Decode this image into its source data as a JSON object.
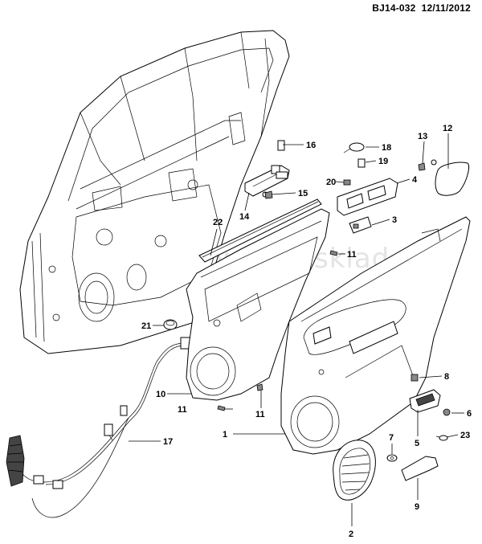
{
  "header": {
    "code": "BJ14-032",
    "date": "12/11/2012"
  },
  "watermark": {
    "text": "www.amsklad.ru"
  },
  "callouts": [
    {
      "id": "c1",
      "label": "1"
    },
    {
      "id": "c2",
      "label": "2"
    },
    {
      "id": "c3",
      "label": "3"
    },
    {
      "id": "c4",
      "label": "4"
    },
    {
      "id": "c5",
      "label": "5"
    },
    {
      "id": "c6",
      "label": "6"
    },
    {
      "id": "c7",
      "label": "7"
    },
    {
      "id": "c8",
      "label": "8"
    },
    {
      "id": "c9",
      "label": "9"
    },
    {
      "id": "c10",
      "label": "10"
    },
    {
      "id": "c11a",
      "label": "11"
    },
    {
      "id": "c11b",
      "label": "11"
    },
    {
      "id": "c11c",
      "label": "11"
    },
    {
      "id": "c12",
      "label": "12"
    },
    {
      "id": "c13",
      "label": "13"
    },
    {
      "id": "c14",
      "label": "14"
    },
    {
      "id": "c15",
      "label": "15"
    },
    {
      "id": "c16",
      "label": "16"
    },
    {
      "id": "c17",
      "label": "17"
    },
    {
      "id": "c18",
      "label": "18"
    },
    {
      "id": "c19",
      "label": "19"
    },
    {
      "id": "c20",
      "label": "20"
    },
    {
      "id": "c21",
      "label": "21"
    },
    {
      "id": "c22",
      "label": "22"
    },
    {
      "id": "c23",
      "label": "23"
    }
  ]
}
